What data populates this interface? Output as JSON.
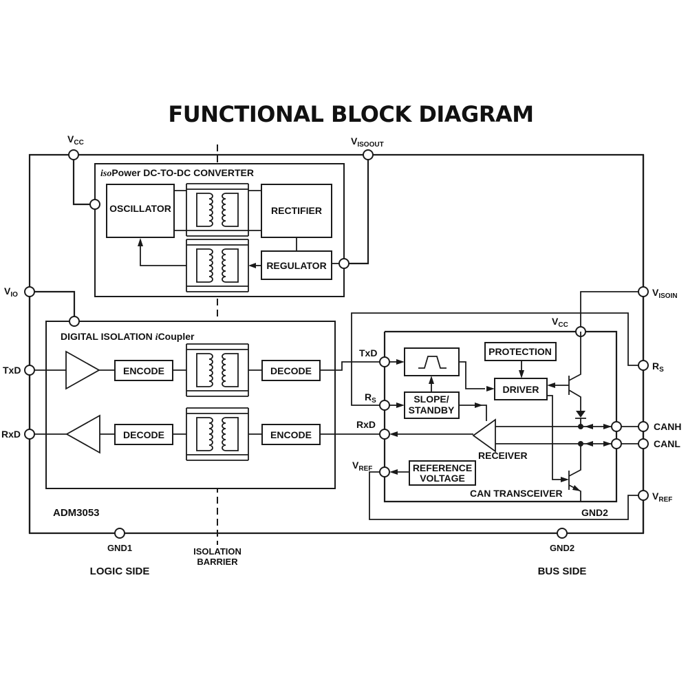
{
  "title": "FUNCTIONAL BLOCK DIAGRAM",
  "device_name": "ADM3053",
  "side_labels": {
    "logic": "LOGIC SIDE",
    "bus": "BUS SIDE",
    "barrier_line1": "ISOLATION",
    "barrier_line2": "BARRIER"
  },
  "pins": {
    "vcc": {
      "main": "V",
      "sub": "CC"
    },
    "visoout": {
      "main": "V",
      "sub": "ISOOUT"
    },
    "vio": {
      "main": "V",
      "sub": "IO"
    },
    "txd": "TxD",
    "rxd": "RxD",
    "gnd1": "GND1",
    "gnd2": "GND2",
    "visoin": {
      "main": "V",
      "sub": "ISOIN"
    },
    "rs": {
      "main": "R",
      "sub": "S"
    },
    "canh": "CANH",
    "canl": "CANL",
    "vref": {
      "main": "V",
      "sub": "REF"
    }
  },
  "isopower": {
    "title_italic": "iso",
    "title_rest": "Power DC-TO-DC CONVERTER",
    "oscillator": "OSCILLATOR",
    "rectifier": "RECTIFIER",
    "regulator": "REGULATOR"
  },
  "icoupler": {
    "title_main": "DIGITAL ISOLATION ",
    "title_italic": "i",
    "title_rest": "Coupler",
    "tx_encode": "ENCODE",
    "tx_decode": "DECODE",
    "rx_decode": "DECODE",
    "rx_encode": "ENCODE"
  },
  "transceiver": {
    "title": "CAN TRANSCEIVER",
    "vcc": {
      "main": "V",
      "sub": "CC"
    },
    "txd": "TxD",
    "rs": {
      "main": "R",
      "sub": "S"
    },
    "rxd": "RxD",
    "vref": {
      "main": "V",
      "sub": "REF"
    },
    "gnd2": "GND2",
    "protection": "PROTECTION",
    "driver": "DRIVER",
    "slope_line1": "SLOPE/",
    "slope_line2": "STANDBY",
    "receiver": "RECEIVER",
    "refvolt_line1": "REFERENCE",
    "refvolt_line2": "VOLTAGE"
  }
}
